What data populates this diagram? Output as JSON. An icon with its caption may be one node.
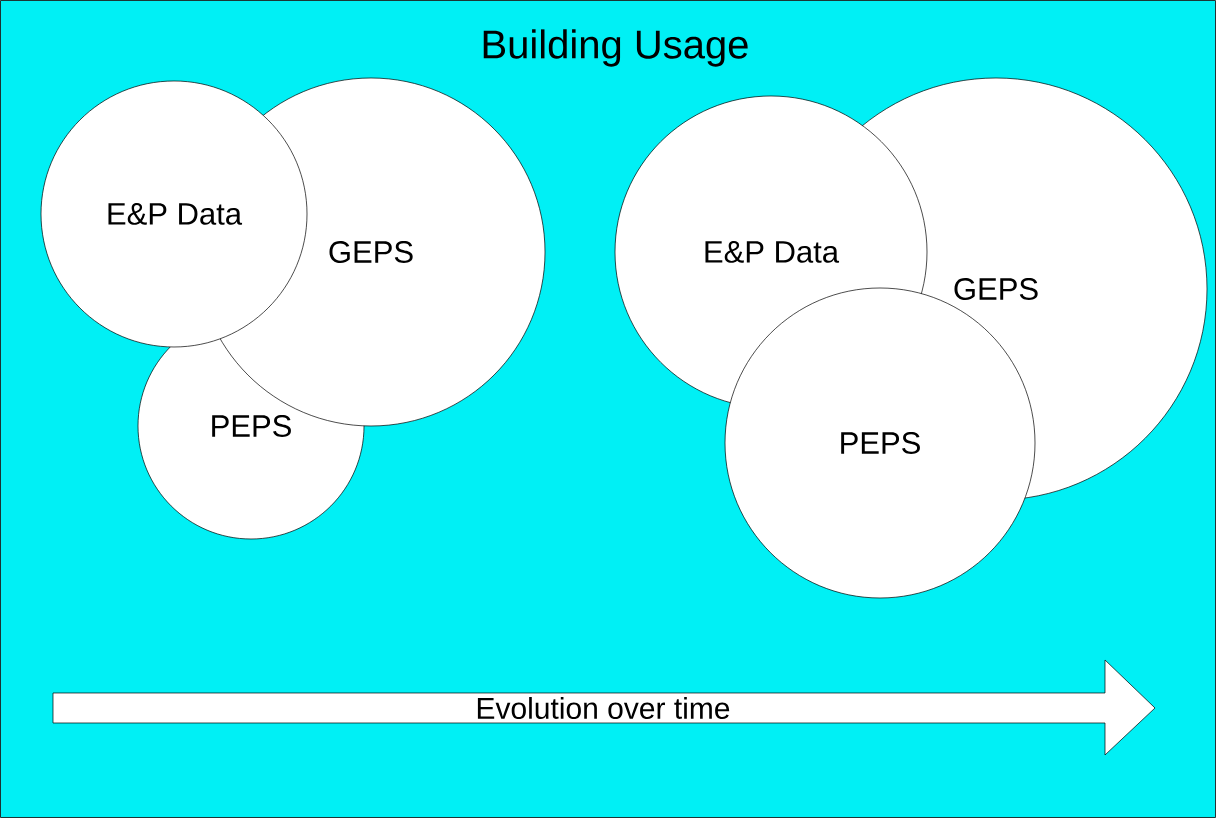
{
  "diagram": {
    "title": "Building Usage",
    "nodes": [
      {
        "text": [
          "E&P Data"
        ]
      },
      {
        "text": [
          "GEPS"
        ]
      },
      {
        "text": [
          "PEPS"
        ]
      },
      {
        "text": [
          "E&P Data"
        ]
      },
      {
        "text": [
          "GEPS"
        ]
      },
      {
        "text": [
          "PEPS"
        ]
      },
      {
        "text": [
          "Evolution over time"
        ]
      }
    ]
  }
}
